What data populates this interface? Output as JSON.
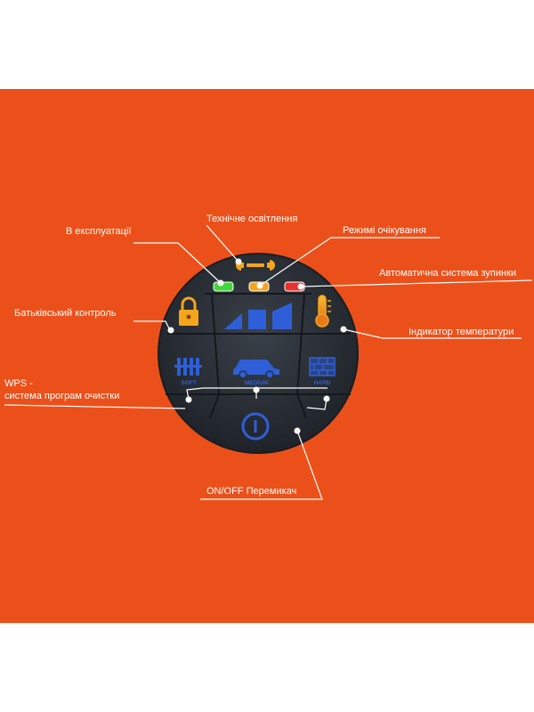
{
  "colors": {
    "background": "#ffffff",
    "panel": "#ec501a",
    "control_face": "#2b3038",
    "led_green": "#3fd93a",
    "led_orange": "#f4a41c",
    "led_red": "#e83030",
    "icon_orange": "#f5a51c",
    "icon_blue": "#2f5fd8",
    "label_text": "#ffffff"
  },
  "labels": {
    "in_operation": "В експлуатації",
    "technical_lighting": "Технічне освітлення",
    "standby_mode": "Режимі очікування",
    "auto_stop_system": "Автоматична система зупинки",
    "parental_control": "Батьківський контроль",
    "temperature_indicator": "Індикатор температури",
    "wps_line1": "WPS -",
    "wps_line2": "система програм очистки",
    "on_off_switch": "ON/OFF Перемикач"
  },
  "buttons": {
    "soft": "SOFT",
    "medium": "MEDIUM",
    "hard": "HARD"
  },
  "icons": [
    "wrench-icon",
    "lock-icon",
    "thermometer-icon",
    "level-bars-icon",
    "radiator-icon",
    "car-icon",
    "brick-wall-icon",
    "power-icon"
  ]
}
